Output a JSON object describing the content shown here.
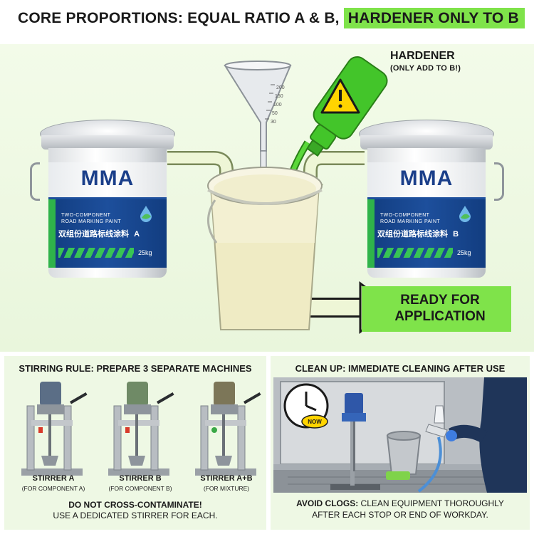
{
  "header": {
    "title_plain": "CORE PROPORTIONS: EQUAL RATIO A & B,",
    "title_highlight": "HARDENER ONLY TO B"
  },
  "pail_a": {
    "brand": "MMA",
    "line1": "TWO-COMPONENT",
    "line2": "ROAD MARKING PAINT",
    "line3": "双组份道路标线涂料",
    "component": "A",
    "weight": "25kg"
  },
  "pail_b": {
    "brand": "MMA",
    "line1": "TWO-COMPONENT",
    "line2": "ROAD MARKING PAINT",
    "line3": "双组份道路标线涂料",
    "component": "B",
    "weight": "25kg"
  },
  "funnel": {
    "scale": [
      "200",
      "150",
      "100",
      "50",
      "30"
    ]
  },
  "hardener": {
    "title": "HARDENER",
    "subtitle": "(ONLY ADD TO B!)"
  },
  "ready": {
    "line1": "READY FOR",
    "line2": "APPLICATION"
  },
  "stirring": {
    "title": "STIRRING RULE: PREPARE 3 SEPARATE MACHINES",
    "stirrers": [
      {
        "name": "STIRRER A",
        "sub": "(FOR COMPONENT A)",
        "color": "#5b6e86"
      },
      {
        "name": "STIRRER B",
        "sub": "(FOR COMPONENT B)",
        "color": "#6f8a66"
      },
      {
        "name": "STIRRER A+B",
        "sub": "(FOR MIXTURE)",
        "color": "#7c7658"
      }
    ],
    "warning_bold": "DO NOT CROSS-CONTAMINATE!",
    "warning_text": "USE A DEDICATED STIRRER FOR EACH."
  },
  "cleanup": {
    "title": "CLEAN UP: IMMEDIATE CLEANING AFTER USE",
    "now_label": "NOW",
    "note_bold": "AVOID CLOGS:",
    "note_text": "CLEAN EQUIPMENT THOROUGHLY",
    "note_line2": "AFTER EACH STOP OR END OF WORKDAY."
  },
  "colors": {
    "accent_green": "#7fe34a",
    "brand_blue": "#1b3f8a",
    "hardener_green": "#43c52a",
    "warning_yellow": "#ffd400"
  }
}
